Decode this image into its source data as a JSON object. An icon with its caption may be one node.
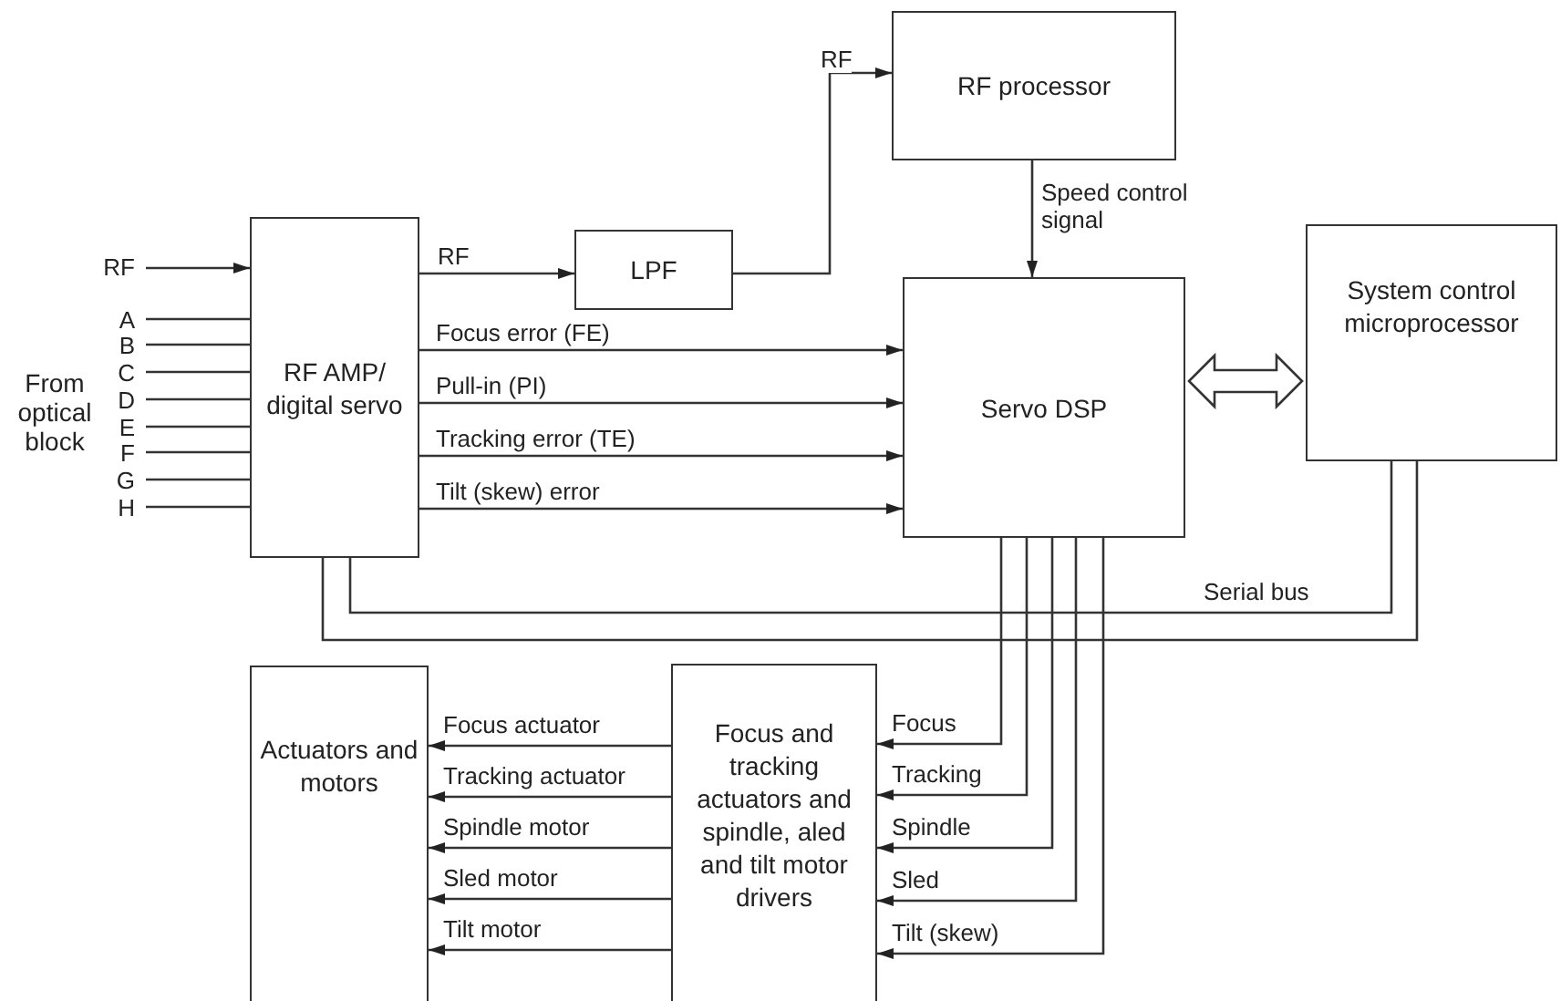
{
  "diagram": {
    "nodes": [
      {
        "text": [
          "RF processor"
        ]
      },
      {
        "text": [
          "RF AMP/ digital servo"
        ]
      },
      {
        "text": [
          "LPF"
        ]
      },
      {
        "text": [
          "Servo DSP"
        ]
      },
      {
        "text": [
          "System control microprocessor"
        ]
      },
      {
        "text": [
          "Actuators and motors"
        ]
      },
      {
        "text": [
          "Focus and tracking actuators and spindle, aled and tilt motor drivers"
        ]
      }
    ],
    "edges": [
      {
        "from": null,
        "to": 1,
        "arrow": "to",
        "label": "RF"
      },
      {
        "from": null,
        "to": 1,
        "arrow": "none",
        "label": "A"
      },
      {
        "from": null,
        "to": 1,
        "arrow": "none",
        "label": "B"
      },
      {
        "from": null,
        "to": 1,
        "arrow": "none",
        "label": "C"
      },
      {
        "from": null,
        "to": 1,
        "arrow": "none",
        "label": "D"
      },
      {
        "from": null,
        "to": 1,
        "arrow": "none",
        "label": "E"
      },
      {
        "from": null,
        "to": 1,
        "arrow": "none",
        "label": "F"
      },
      {
        "from": null,
        "to": 1,
        "arrow": "none",
        "label": "G"
      },
      {
        "from": null,
        "to": 1,
        "arrow": "none",
        "label": "H"
      },
      {
        "from": 1,
        "to": 2,
        "arrow": "to",
        "label": "RF"
      },
      {
        "from": 2,
        "to": 0,
        "arrow": "to",
        "label": "RF"
      },
      {
        "from": 0,
        "to": 3,
        "arrow": "to",
        "label": "Speed control signal"
      },
      {
        "from": 1,
        "to": 3,
        "arrow": "to",
        "label": "Focus error (FE)"
      },
      {
        "from": 1,
        "to": 3,
        "arrow": "to",
        "label": "Pull-in (PI)"
      },
      {
        "from": 1,
        "to": 3,
        "arrow": "to",
        "label": "Tracking error (TE)"
      },
      {
        "from": 1,
        "to": 3,
        "arrow": "to",
        "label": "Tilt (skew) error"
      },
      {
        "from": 3,
        "to": 4,
        "arrow": "both",
        "style": "thick"
      },
      {
        "from": 1,
        "to": 4,
        "arrow": "none",
        "label": "Serial bus"
      },
      {
        "from": 1,
        "to": 4,
        "arrow": "none"
      },
      {
        "from": 3,
        "to": 6,
        "arrow": "to",
        "label": "Focus"
      },
      {
        "from": 3,
        "to": 6,
        "arrow": "to",
        "label": "Tracking"
      },
      {
        "from": 3,
        "to": 6,
        "arrow": "to",
        "label": "Spindle"
      },
      {
        "from": 3,
        "to": 6,
        "arrow": "to",
        "label": "Sled"
      },
      {
        "from": 3,
        "to": 6,
        "arrow": "to",
        "label": "Tilt (skew)"
      },
      {
        "from": 6,
        "to": 5,
        "arrow": "to",
        "label": "Focus actuator"
      },
      {
        "from": 6,
        "to": 5,
        "arrow": "to",
        "label": "Tracking actuator"
      },
      {
        "from": 6,
        "to": 5,
        "arrow": "to",
        "label": "Spindle motor"
      },
      {
        "from": 6,
        "to": 5,
        "arrow": "to",
        "label": "Sled motor"
      },
      {
        "from": 6,
        "to": 5,
        "arrow": "to",
        "label": "Tilt motor"
      }
    ],
    "labels": [
      "From optical block"
    ]
  }
}
